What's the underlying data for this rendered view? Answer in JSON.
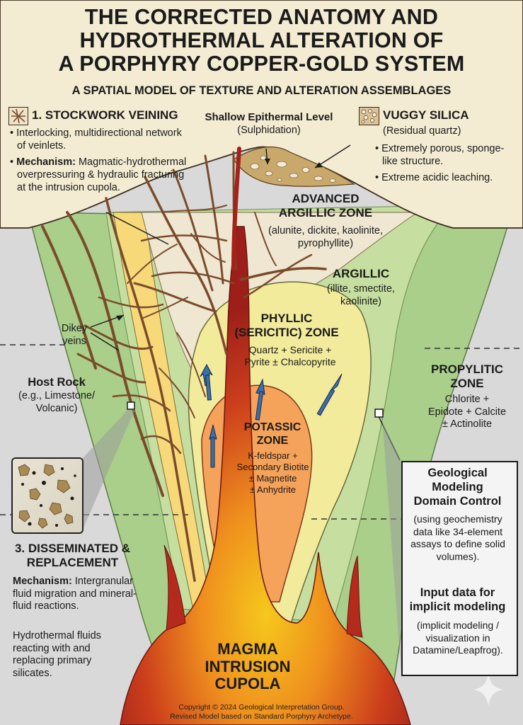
{
  "title": {
    "line1": "THE CORRECTED ANATOMY AND",
    "line2": "HYDROTHERMAL ALTERATION OF",
    "line3": "A PORPHYRY COPPER-GOLD SYSTEM"
  },
  "subtitle": "A SPATIAL MODEL OF TEXTURE AND ALTERATION ASSEMBLAGES",
  "stockwork": {
    "heading": "1. STOCKWORK VEINING",
    "bullet1": "Interlocking, multidirectional network of veinlets.",
    "bullet2_label": "Mechanism:",
    "bullet2_text": "Magmatic-hydrothermal overpressuring & hydraulic fracturing at the intrusion cupola.",
    "bullet_char": "•"
  },
  "epithermal": {
    "title": "Shallow Epithermal Level",
    "sub": "(Sulphidation)"
  },
  "vuggy": {
    "heading": "VUGGY SILICA",
    "sub": "(Residual quartz)",
    "bullet1": "Extremely porous, sponge-like structure.",
    "bullet2": "Extreme acidic leaching."
  },
  "zones": {
    "advanced_title1": "ADVANCED",
    "advanced_title2": "ARGILLIC ZONE",
    "advanced_min1": "(alunite, dickite, kaolinite,",
    "advanced_min2": "pyrophyllite)",
    "argillic_title": "ARGILLIC",
    "argillic_min1": "(illite, smectite,",
    "argillic_min2": "kaolinite)",
    "phyllic_title1": "PHYLLIC",
    "phyllic_title2": "(SERICITIC) ZONE",
    "phyllic_min1": "Quartz + Sericite +",
    "phyllic_min2": "Pyrite ± Chalcopyrite",
    "potassic_title1": "POTASSIC",
    "potassic_title2": "ZONE",
    "potassic_min1": "K-feldspar +",
    "potassic_min2": "Secondary Biotite",
    "potassic_min3": "± Magnetite",
    "potassic_min4": "± Anhydrite",
    "propylitic_title1": "PROPYLITIC",
    "propylitic_title2": "ZONE",
    "propylitic_min1": "Chlorite +",
    "propylitic_min2": "Epidote + Calcite",
    "propylitic_min3": "± Actinolite"
  },
  "dikey": {
    "line1": "Dikey",
    "line2": "veins"
  },
  "host_rock": {
    "title": "Host Rock",
    "sub1": "(e.g., Limestone/",
    "sub2": "Volcanic)"
  },
  "disseminated": {
    "heading1": "3. DISSEMINATED &",
    "heading2": "REPLACEMENT",
    "mech_label": "Mechanism:",
    "mech_text": "Intergranular fluid migration and mineral-fluid reactions.",
    "para": "Hydrothermal fluids reacting with and replacing primary silicates."
  },
  "magma": {
    "line1": "MAGMA",
    "line2": "INTRUSION",
    "line3": "CUPOLA"
  },
  "modeling": {
    "title1": "Geological",
    "title2": "Modeling",
    "title3": "Domain Control",
    "desc": "(using geochemistry data like 34-element assays to define solid volumes).",
    "input_title1": "Input data for",
    "input_title2": "implicit modeling",
    "input_desc": "(implicit modeling / visualization in Datamine/Leapfrog)."
  },
  "footer": {
    "line1": "Copyright © 2024 Geological Interpretation Group.",
    "line2": "Revised Model based on Standard Porphyry Archetype."
  },
  "colors": {
    "host_rock": "#d9d9d9",
    "cap": "#f3ecd3",
    "propylitic": "#a9cf8a",
    "argillic": "#c6dfa0",
    "advanced_argillic": "#efe7d2",
    "phyllic": "#f3eb9c",
    "potassic": "#f5a25a",
    "magma_core": "#f4c01c",
    "magma_edge": "#a2231b",
    "veins": "#7a4b2a",
    "fluid_arrows": "#3a6fb0"
  }
}
